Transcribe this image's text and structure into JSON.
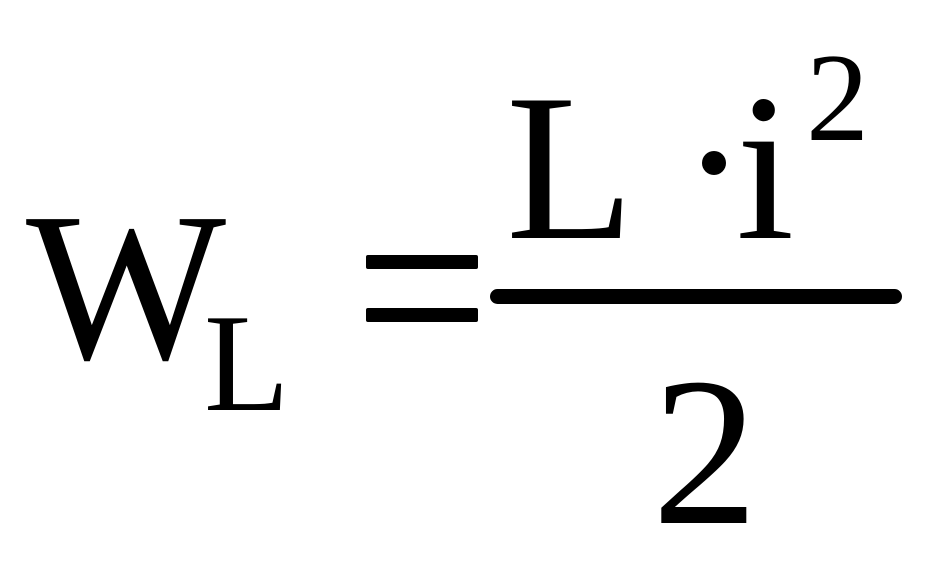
{
  "formula": {
    "lhs": {
      "symbol": "W",
      "subscript": "L"
    },
    "relation": "=",
    "numerator": {
      "factor1": "L",
      "operator": "·",
      "factor2": "i",
      "exponent": "2"
    },
    "denominator": "2"
  }
}
